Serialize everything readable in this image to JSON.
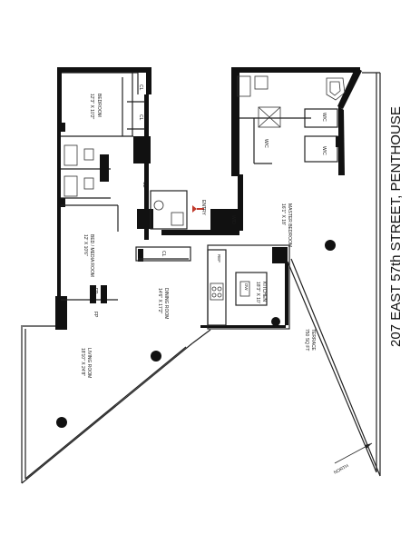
{
  "plan": {
    "title": "207 EAST 57th STREET,  PENTHOUSE",
    "rooms": {
      "bedroom": {
        "name": "BEDROOM",
        "size": "12'3\" X 10'2\""
      },
      "bed_media": {
        "name": "BED / MEDIA ROOM",
        "size": "12' X 10'6\""
      },
      "living": {
        "name": "LIVING ROOM",
        "size": "18'10\" X 24'8\""
      },
      "dining": {
        "name": "DINING ROOM",
        "size": "14'6\" X 17'2\""
      },
      "kitchen": {
        "name": "KITCHEN",
        "size": "18'3\" X 10'"
      },
      "master": {
        "name": "MASTER BEDROOM",
        "size": "16'1\" X 18'"
      },
      "terrace": {
        "name": "TERRACE",
        "size": "750 SQ FT"
      }
    },
    "fixtures": {
      "cl": "CL",
      "wic": "W/C",
      "wd": "W/D",
      "fp": "FP",
      "dw": "DW",
      "refr": "REF",
      "entry": "ENTRY"
    },
    "north_label": "NORTH"
  }
}
